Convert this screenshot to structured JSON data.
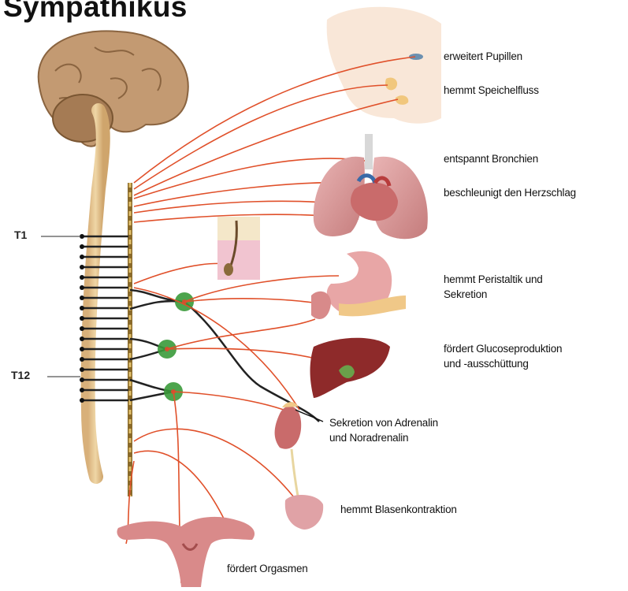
{
  "title": "Sympathikus",
  "segments": {
    "t1": "T1",
    "t12": "T12"
  },
  "effects": [
    {
      "id": "pupils",
      "text": "erweitert Pupillen"
    },
    {
      "id": "saliva",
      "text": "hemmt Speichelfluss"
    },
    {
      "id": "bronchi",
      "text": "entspannt Bronchien"
    },
    {
      "id": "heart",
      "text": "beschleunigt den Herzschlag"
    },
    {
      "id": "peristalsis",
      "lines": [
        "hemmt Peristaltik und",
        "Sekretion"
      ]
    },
    {
      "id": "glucose",
      "lines": [
        "fördert Glucoseproduktion",
        "und -ausschüttung"
      ]
    },
    {
      "id": "adrenal",
      "lines": [
        "Sekretion von Adrenalin",
        "und Noradrenalin"
      ]
    },
    {
      "id": "bladder",
      "text": "hemmt Blasenkontraktion"
    },
    {
      "id": "orgasm",
      "text": "fördert Orgasmen"
    }
  ],
  "colors": {
    "nerve": "#e0502a",
    "ganglion": "#3a9a3a",
    "spine": "#e3c28a",
    "brain": "#b9926a",
    "organ": "#d98a8a",
    "liver": "#8e2a2a",
    "background": "#ffffff"
  }
}
